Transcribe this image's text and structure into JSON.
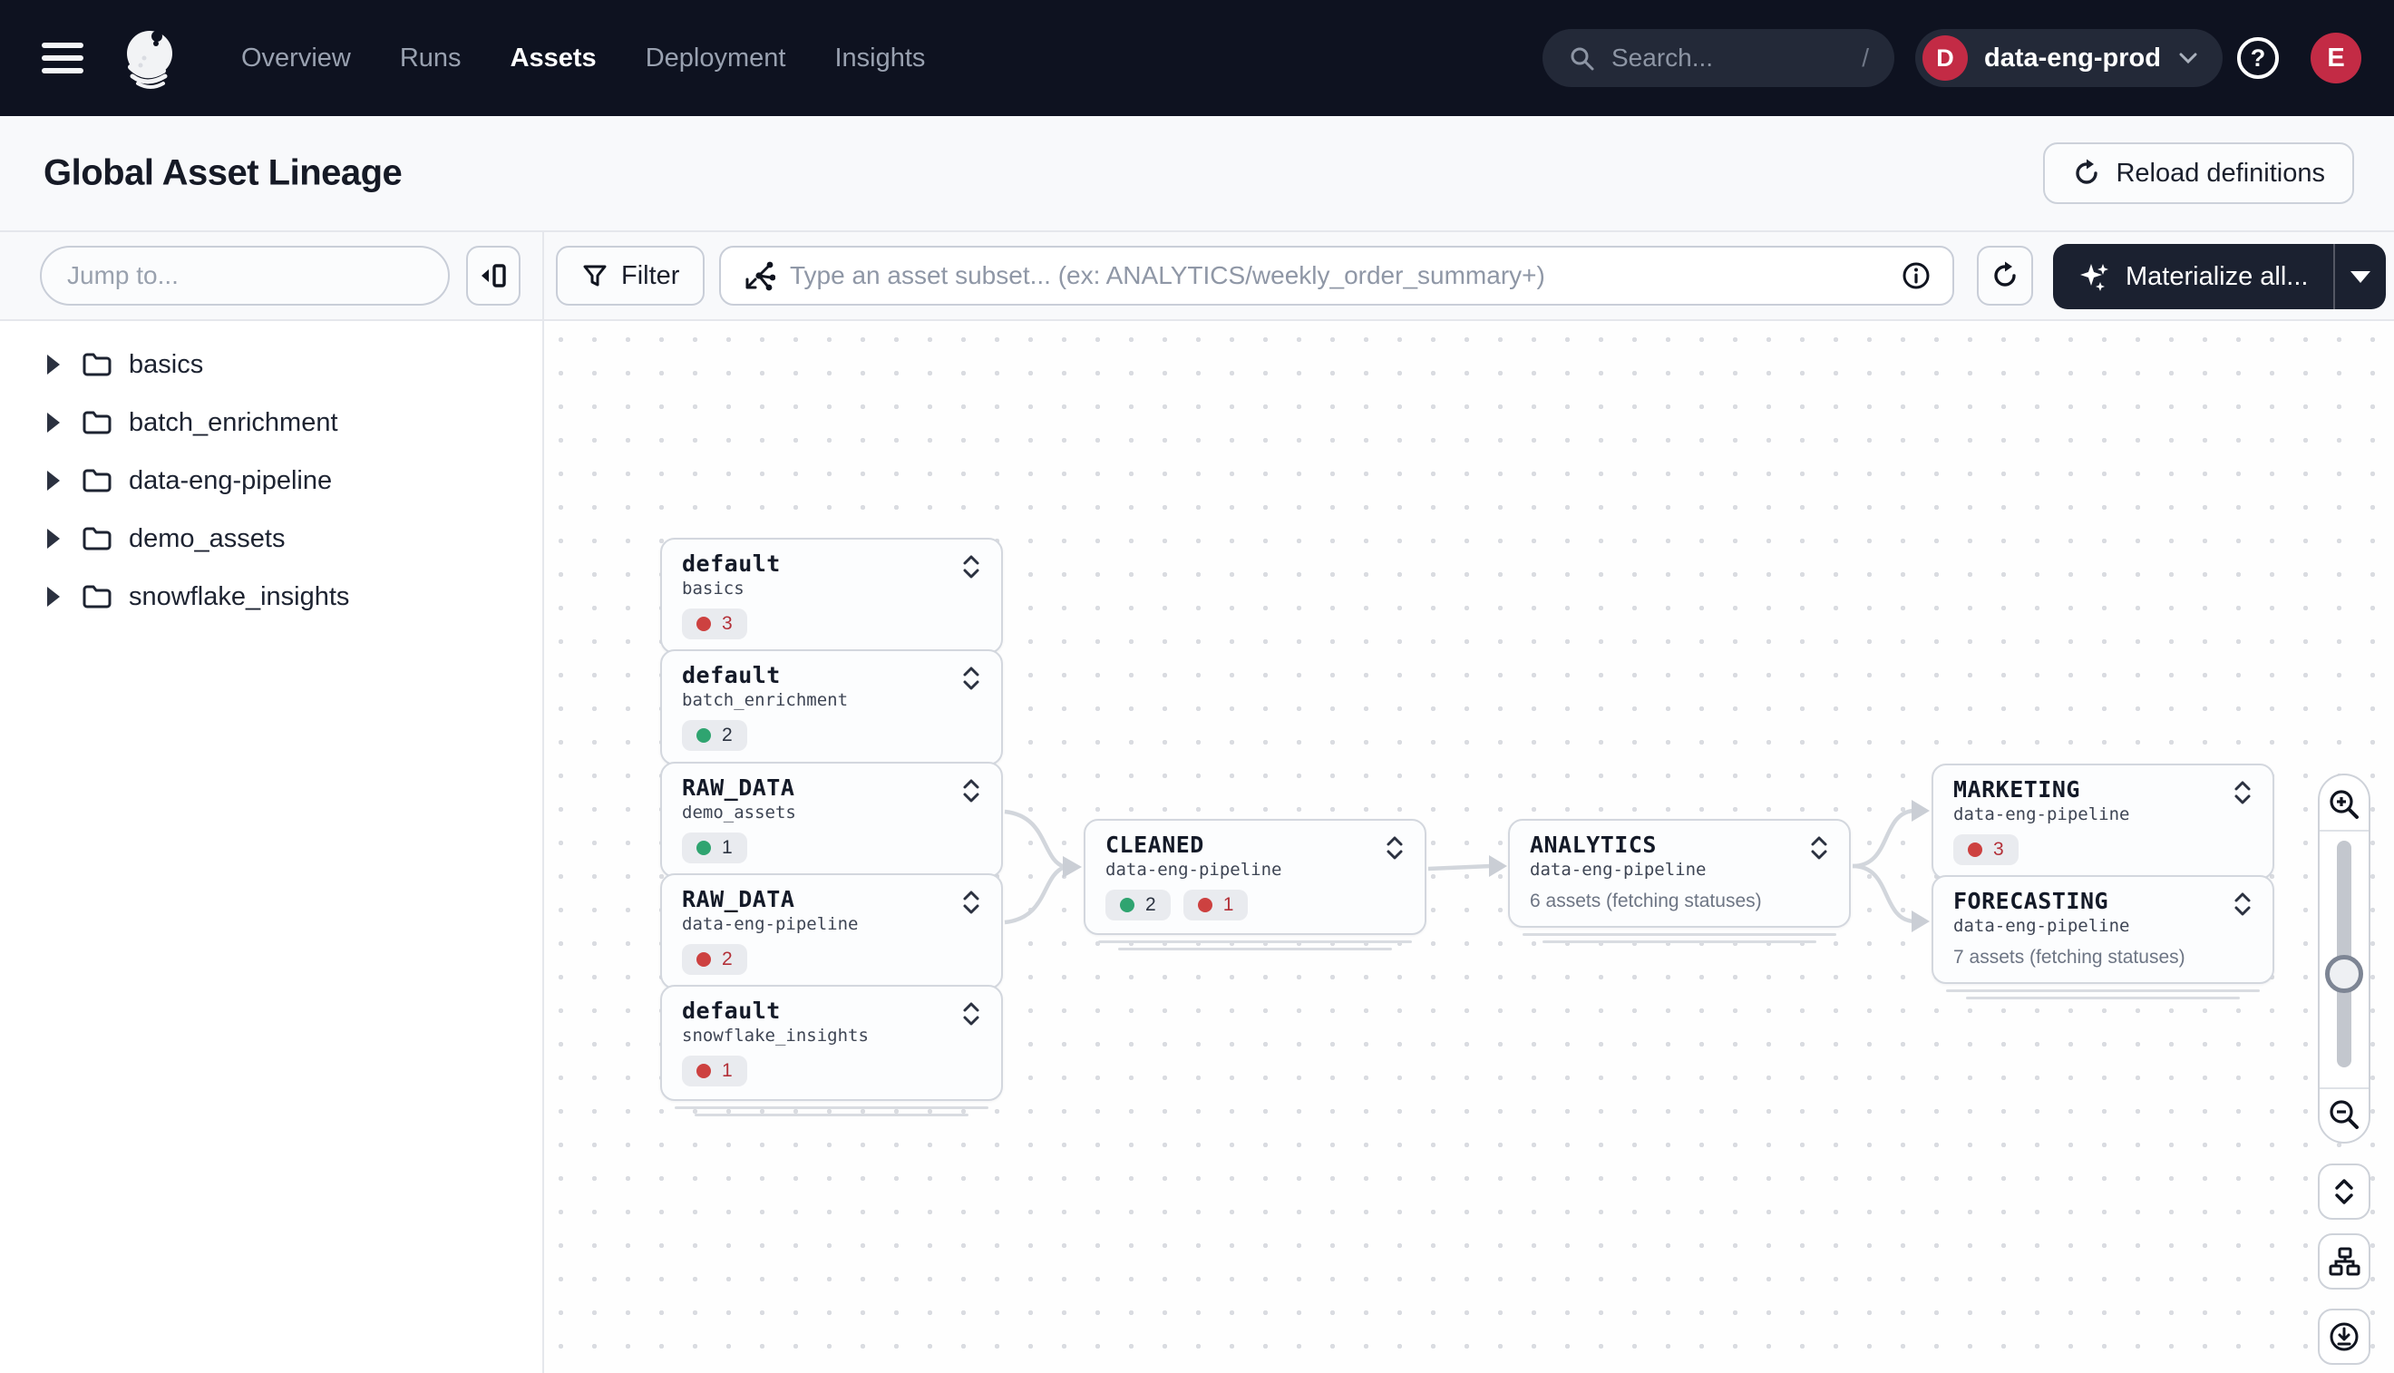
{
  "topnav": {
    "nav_items": [
      {
        "label": "Overview",
        "active": false
      },
      {
        "label": "Runs",
        "active": false
      },
      {
        "label": "Assets",
        "active": true
      },
      {
        "label": "Deployment",
        "active": false
      },
      {
        "label": "Insights",
        "active": false
      }
    ],
    "search_placeholder": "Search...",
    "search_shortcut": "/",
    "deployment_badge": "D",
    "deployment_name": "data-eng-prod",
    "avatar_initial": "E",
    "help_glyph": "?"
  },
  "header": {
    "title": "Global Asset Lineage",
    "reload_label": "Reload definitions"
  },
  "sidebar": {
    "jump_placeholder": "Jump to...",
    "groups": [
      "basics",
      "batch_enrichment",
      "data-eng-pipeline",
      "demo_assets",
      "snowflake_insights"
    ]
  },
  "toolbar": {
    "filter_label": "Filter",
    "subset_placeholder": "Type an asset subset... (ex: ANALYTICS/weekly_order_summary+)",
    "materialize_label": "Materialize all..."
  },
  "graph": {
    "nodes": [
      {
        "title": "default",
        "subtitle": "basics",
        "badges": [
          {
            "count": "3",
            "status": "error"
          }
        ],
        "note": ""
      },
      {
        "title": "default",
        "subtitle": "batch_enrichment",
        "badges": [
          {
            "count": "2",
            "status": "success"
          }
        ],
        "note": ""
      },
      {
        "title": "RAW_DATA",
        "subtitle": "demo_assets",
        "badges": [
          {
            "count": "1",
            "status": "success"
          }
        ],
        "note": ""
      },
      {
        "title": "RAW_DATA",
        "subtitle": "data-eng-pipeline",
        "badges": [
          {
            "count": "2",
            "status": "error"
          }
        ],
        "note": ""
      },
      {
        "title": "default",
        "subtitle": "snowflake_insights",
        "badges": [
          {
            "count": "1",
            "status": "error"
          }
        ],
        "note": ""
      },
      {
        "title": "CLEANED",
        "subtitle": "data-eng-pipeline",
        "badges": [
          {
            "count": "2",
            "status": "success"
          },
          {
            "count": "1",
            "status": "error"
          }
        ],
        "note": ""
      },
      {
        "title": "ANALYTICS",
        "subtitle": "data-eng-pipeline",
        "badges": [],
        "note": "6 assets (fetching statuses)"
      },
      {
        "title": "MARKETING",
        "subtitle": "data-eng-pipeline",
        "badges": [
          {
            "count": "3",
            "status": "error"
          }
        ],
        "note": ""
      },
      {
        "title": "FORECASTING",
        "subtitle": "data-eng-pipeline",
        "badges": [],
        "note": "7 assets (fetching statuses)"
      }
    ]
  },
  "colors": {
    "nav_bg": "#0e1220",
    "accent_red": "#c32b45",
    "status_error_dot": "#cd4140",
    "status_success_dot": "#2fa470",
    "edge": "#d2d6dc"
  }
}
